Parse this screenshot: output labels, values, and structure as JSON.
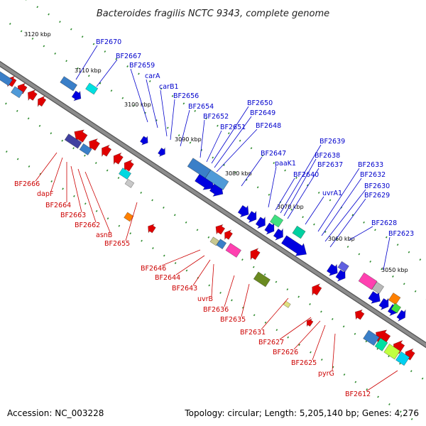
{
  "title": "Bacteroides fragilis NCTC 9343, complete genome",
  "footer": {
    "accession": "Accession: NC_003228",
    "summary": "Topology: circular; Length: 5,205,140 bp; Genes: 4,276"
  },
  "colors": {
    "forward_strand": "#0000e0",
    "reverse_strand": "#e00000",
    "backbone": "#8c8c8c",
    "ticks": "#2e8b2e",
    "top_label": "#0000cc",
    "bottom_label": "#cc0000"
  },
  "scale_labels": [
    "3120 kbp",
    "3110 kbp",
    "3100 kbp",
    "3090 kbp",
    "3080 kbp",
    "3070 kbp",
    "3060 kbp",
    "3050 kbp"
  ],
  "top_labels": [
    "BF2670",
    "BF2667",
    "BF2659",
    "carA",
    "carB1",
    "BF2656",
    "BF2654",
    "BF2652",
    "BF2651",
    "BF2650",
    "BF2649",
    "BF2648",
    "BF2647",
    "paaK1",
    "BF2640",
    "BF2639",
    "BF2638",
    "BF2637",
    "uvrA1",
    "BF2633",
    "BF2632",
    "BF2630",
    "BF2629",
    "BF2628",
    "BF2623"
  ],
  "bottom_labels": [
    "BF2666",
    "dapF",
    "BF2664",
    "BF2663",
    "BF2662",
    "asnB",
    "BF2655",
    "BF2646",
    "BF2644",
    "BF2643",
    "uvrB",
    "BF2636",
    "BF2635",
    "BF2631",
    "BF2627",
    "BF2626",
    "BF2625",
    "pyrG",
    "BF2612"
  ]
}
